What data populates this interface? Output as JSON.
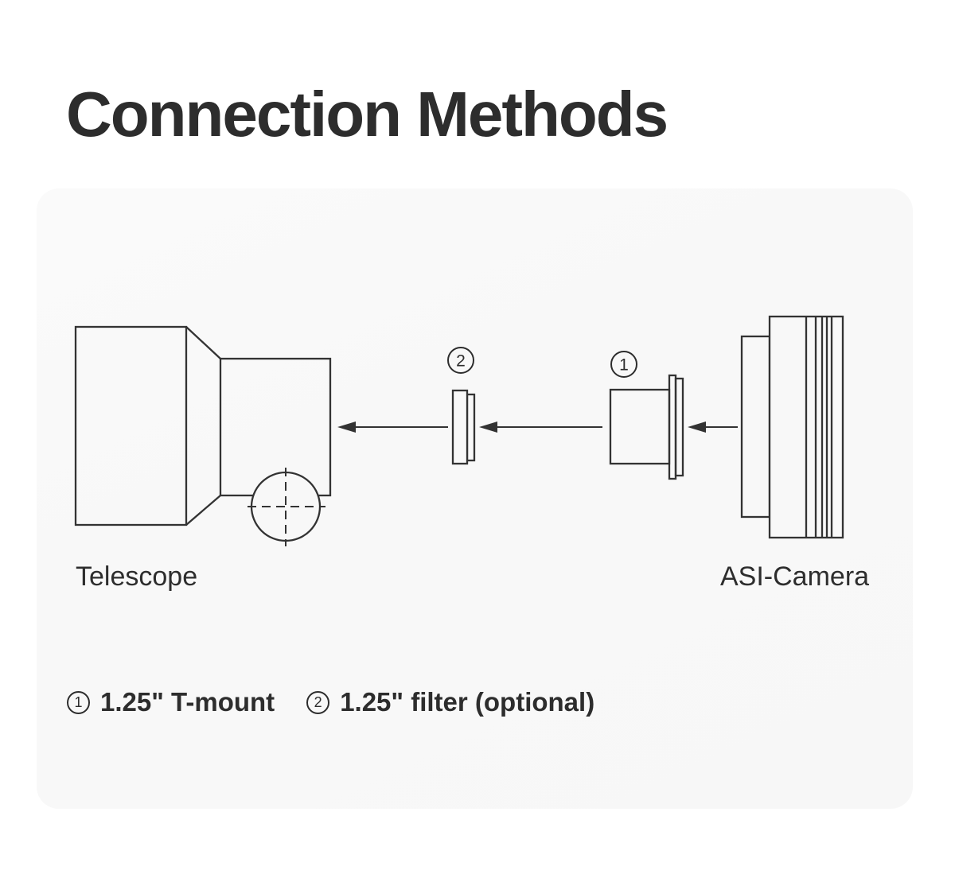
{
  "title": "Connection Methods",
  "diagram": {
    "markers": {
      "filter": "2",
      "tmount": "1"
    },
    "labels": {
      "telescope": "Telescope",
      "camera": "ASI-Camera"
    }
  },
  "legend": {
    "items": [
      {
        "marker": "1",
        "text": "1.25\" T-mount"
      },
      {
        "marker": "2",
        "text": "1.25\" filter (optional)"
      }
    ]
  },
  "colors": {
    "line": "#333333",
    "card_background": "#f8f8f8",
    "text": "#2d2d2d"
  }
}
